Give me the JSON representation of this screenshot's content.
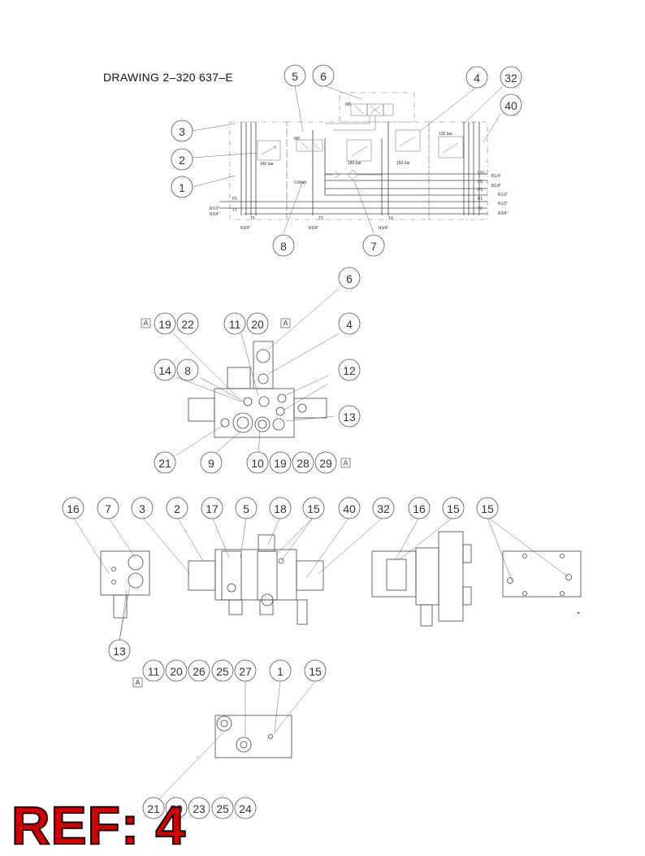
{
  "drawing": {
    "title": "DRAWING  2–320 637–E"
  },
  "ref": {
    "label": "REF: 4"
  },
  "schematic": {
    "bubbles": [
      "5",
      "6",
      "4",
      "32",
      "40",
      "3",
      "2",
      "1",
      "8",
      "7"
    ],
    "labels": {
      "p240": "240 bar",
      "p180": "180 bar",
      "p150": "150 bar",
      "p130": "130 bar",
      "orifice": "0.8mm",
      "r12": "R1/2\"",
      "r34l": "R3/4\"",
      "l1_p": "P1",
      "l1_t": "T1",
      "t5": "T5",
      "t3": "T3",
      "t4": "T4",
      "r34a": "R3/4\"",
      "r34b": "R3/4\"",
      "r34c": "R3/4\"",
      "ls1": "LS1",
      "ls": "LS",
      "p2": "P2",
      "p1": "P1",
      "t2": "T2",
      "bs1": "B1/4\"",
      "bs2": "B1/4\"",
      "rr1": "R1/2\"",
      "rr2": "R1/2\"",
      "rr3": "R3/4\"",
      "sym_p": "P2",
      "sym_t": "T2",
      "mm": "M8",
      "m1": "M8"
    }
  },
  "view_top": {
    "bubbles": [
      "19",
      "22",
      "11",
      "20",
      "6",
      "4",
      "14",
      "8",
      "12",
      "13",
      "21",
      "9",
      "10",
      "19",
      "28",
      "29"
    ],
    "box_label": "A"
  },
  "view_side": {
    "bubbles": [
      "16",
      "7",
      "3",
      "2",
      "17",
      "5",
      "18",
      "15",
      "40",
      "32",
      "16",
      "15",
      "15",
      "13"
    ]
  },
  "view_bottom": {
    "bubbles": [
      "11",
      "20",
      "26",
      "25",
      "27",
      "1",
      "15",
      "21",
      "20",
      "23",
      "25",
      "24"
    ],
    "box_label": "A"
  }
}
